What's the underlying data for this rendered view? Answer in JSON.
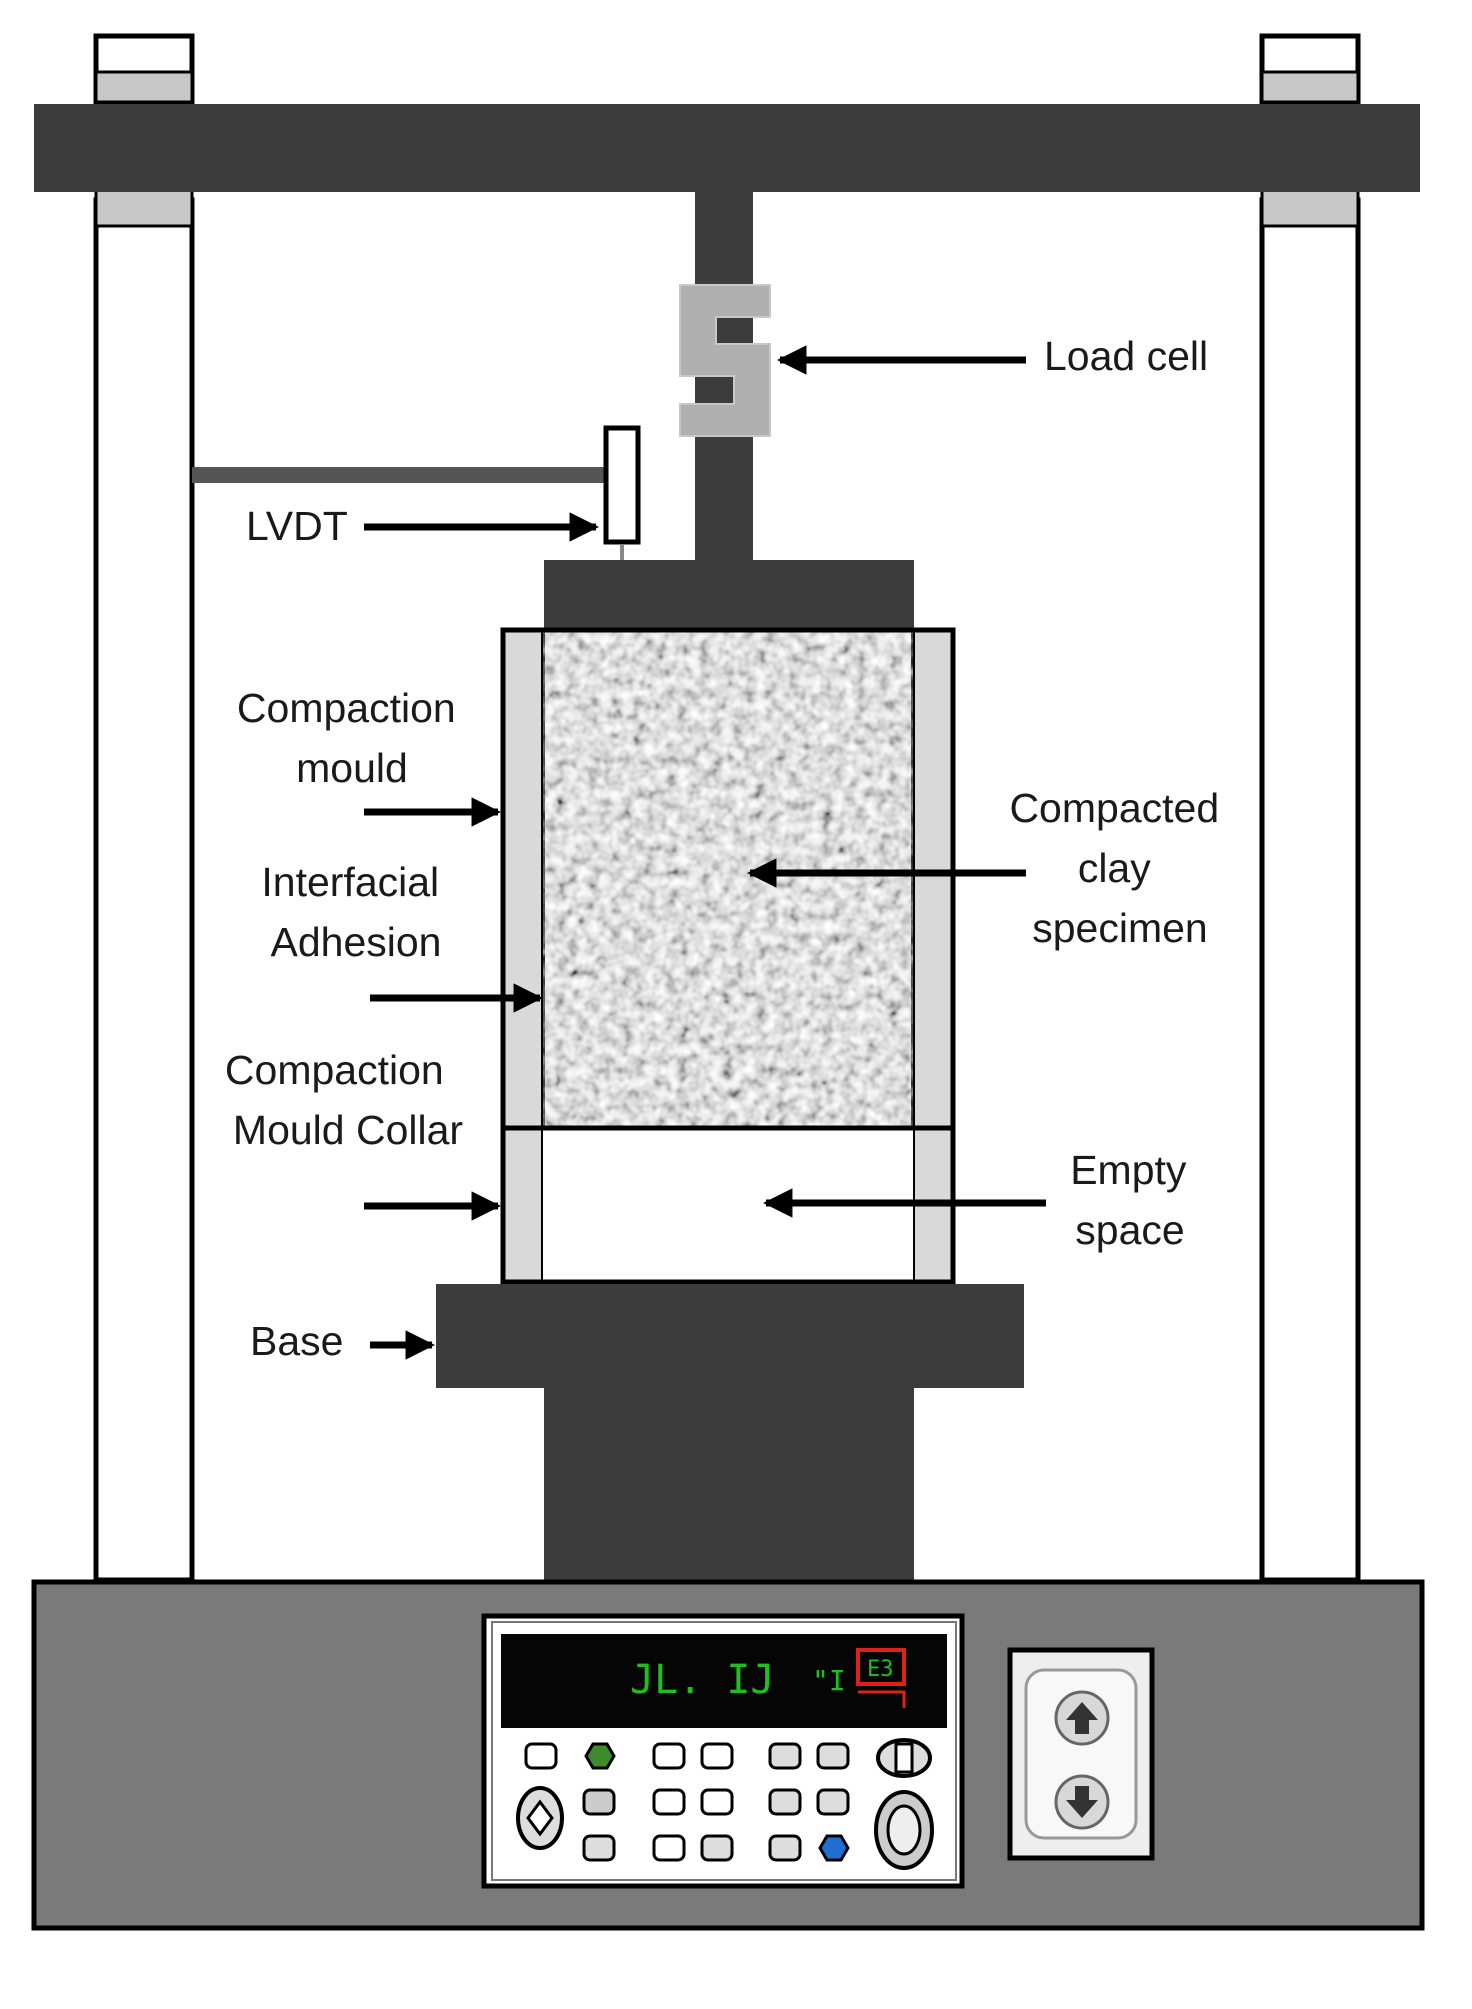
{
  "labels": {
    "load_cell": "Load cell",
    "lvdt": "LVDT",
    "compaction_mould": [
      "Compaction",
      "mould"
    ],
    "interfacial_adhesion": [
      "Interfacial",
      "Adhesion"
    ],
    "compaction_mould_collar": [
      "Compaction",
      "Mould Collar"
    ],
    "compacted_clay_specimen": [
      "Compacted",
      "clay",
      "specimen"
    ],
    "empty_space": [
      "Empty",
      "space"
    ],
    "base": "Base"
  },
  "display": {
    "reading": "JL. IJ",
    "unit": "\"I",
    "badge": "E3"
  },
  "colors": {
    "frame_dark": "#3c3c3c",
    "machine_base": "#7a7a7a",
    "mould_wall": "#d9d9d9",
    "load_cell": "#b0b0b0",
    "display_bg": "#050505",
    "display_text": "#1fbf1f",
    "display_badge": "#e0201a",
    "key_green": "#3f8a2a",
    "key_blue": "#1f6fd1"
  }
}
